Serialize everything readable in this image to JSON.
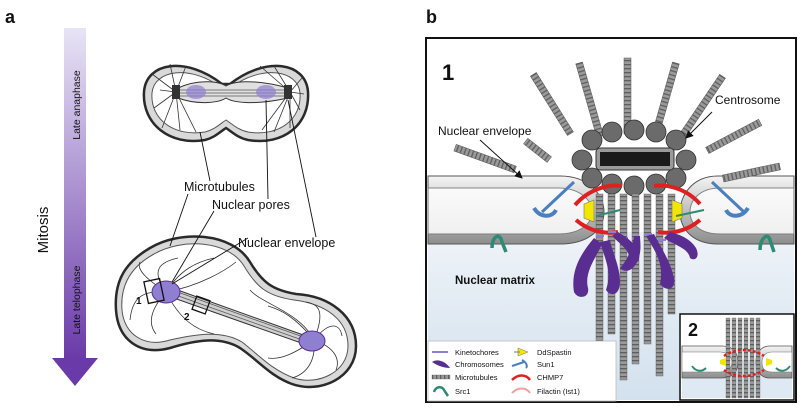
{
  "panel_a": {
    "label": "a",
    "axis_label": "Mitosis",
    "stage_top": "Late anaphase",
    "stage_bottom": "Late telophase",
    "labels": {
      "microtubules": "Microtubules",
      "nuclear_pores": "Nuclear pores",
      "nuclear_envelope": "Nuclear envelope"
    },
    "box_1": "1",
    "box_2": "2"
  },
  "panel_b": {
    "label": "b",
    "inset_1": "1",
    "inset_2": "2",
    "labels": {
      "centrosome": "Centrosome",
      "nuclear_envelope": "Nuclear envelope",
      "nuclear_matrix": "Nuclear matrix"
    },
    "legend": {
      "left": [
        "Kinetochores",
        "Chromosomes",
        "Microtubules",
        "Src1"
      ],
      "right": [
        "DdSpastin",
        "Sun1",
        "CHMP7",
        "Filactin (Ist1)"
      ]
    }
  },
  "colors": {
    "arrow_top": "#e8e4f6",
    "arrow_bottom": "#6a3aa8",
    "chromosome": "#5a2d91",
    "kinetochore": "#8e7fd0",
    "microtubule": "#8a8a8a",
    "src1": "#2e8b73",
    "ddspastin": "#f2e600",
    "sun1": "#4a7fc0",
    "chmp7": "#e02020",
    "filactin": "#f0a0a0",
    "nuclear_matrix": "#dfe9f3"
  }
}
